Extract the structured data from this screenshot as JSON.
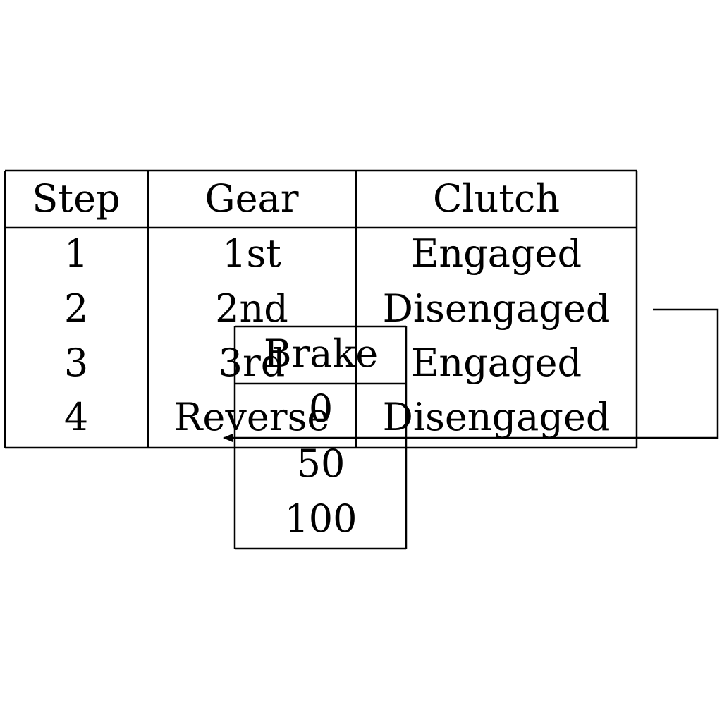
{
  "main_table": {
    "headers": [
      "Step",
      "Gear",
      "Clutch"
    ],
    "rows": [
      [
        "1",
        "1st",
        "Engaged"
      ],
      [
        "2",
        "2nd",
        "Disengaged"
      ],
      [
        "3",
        "3rd",
        "Engaged"
      ],
      [
        "4",
        "Reverse",
        "Disengaged"
      ]
    ]
  },
  "brake_table": {
    "header": "Brake",
    "values": [
      "0",
      "50",
      "100"
    ]
  },
  "colors": {
    "stroke": "#000000",
    "background": "#ffffff"
  }
}
